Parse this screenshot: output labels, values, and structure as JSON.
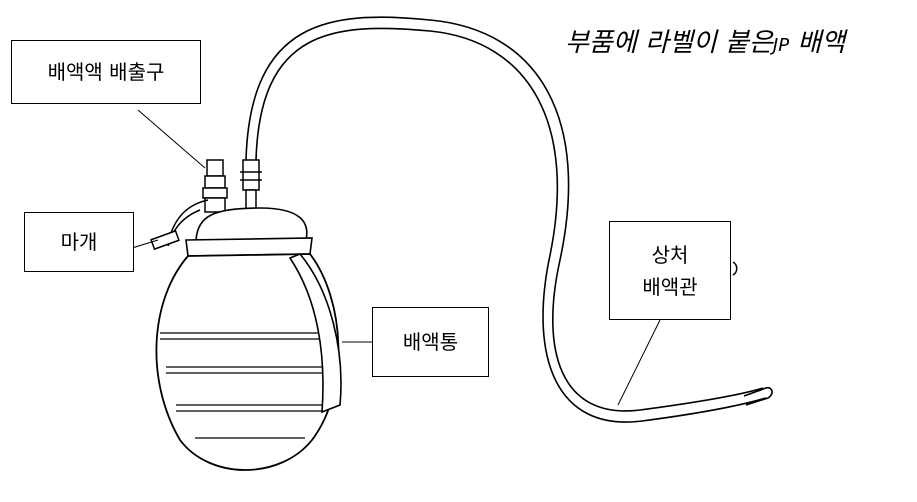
{
  "title": {
    "text": "부품에 라벨이 붙은",
    "jp": "JP",
    "suffix": "배액"
  },
  "labels": {
    "drain_outlet": "배액액 배출구",
    "cap": "마개",
    "reservoir": "배액통",
    "wound_drain_line1": "상처",
    "wound_drain_line2": "배액관"
  }
}
